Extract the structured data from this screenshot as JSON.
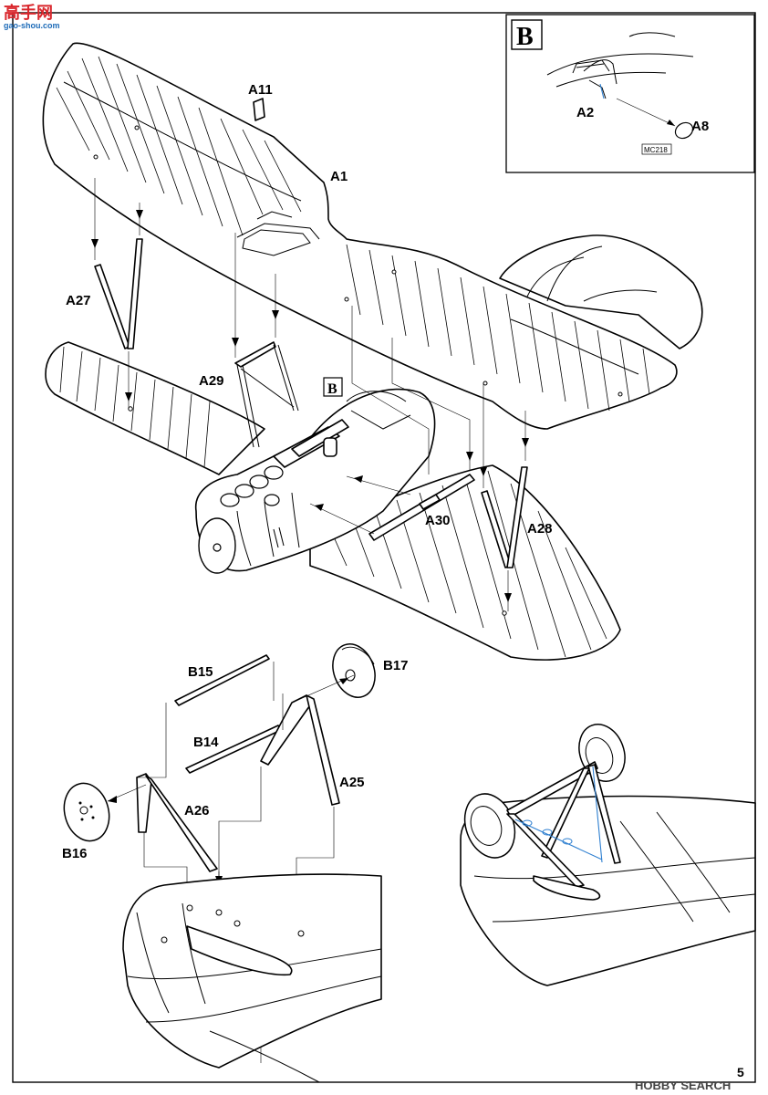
{
  "watermark_top": {
    "logo": "高手网",
    "url": "gao-shou.com"
  },
  "detail_box": {
    "letter": "B",
    "parts": [
      "A2",
      "A8"
    ],
    "code": "MC218"
  },
  "callout_B": "B",
  "part_labels": {
    "A11": "A11",
    "A1": "A1",
    "A27": "A27",
    "A29": "A29",
    "A30": "A30",
    "A28": "A28",
    "B15": "B15",
    "B17": "B17",
    "B14": "B14",
    "A25": "A25",
    "A26": "A26",
    "B16": "B16"
  },
  "page_number": "5",
  "watermark_bottom": "HOBBY SEARCH",
  "colors": {
    "line": "#000000",
    "guide_blue": "#2e7fd0",
    "logo_red": "#d9262c",
    "logo_blue": "#1d6bb8"
  }
}
